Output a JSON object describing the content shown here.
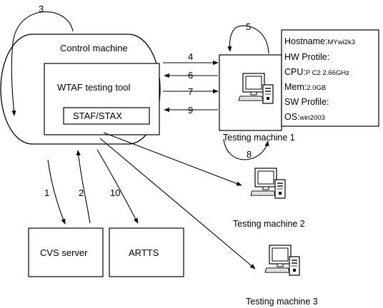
{
  "control": {
    "title": "Control machine",
    "tool": "WTAF testing tool",
    "staf": "STAF/STAX"
  },
  "servers": {
    "cvs": "CVS server",
    "artts": "ARTTS"
  },
  "machines": [
    {
      "label": "Testing machine 1"
    },
    {
      "label": "Testing machine 2"
    },
    {
      "label": "Testing machine 3"
    }
  ],
  "info": {
    "hostname_label": "Hostname:",
    "hostname_value": "MYwi2k3",
    "hw_profile": "HW Protile:",
    "cpu_label": "CPU:",
    "cpu_value": "P C2 2.66GHz",
    "mem_label": "Mem:",
    "mem_value": "2.0GB",
    "sw_profile": "SW Profile:",
    "os_label": "OS:",
    "os_value": "win2003"
  },
  "steps": {
    "s1": "1",
    "s2": "2",
    "s3": "3",
    "s4": "4",
    "s5": "5",
    "s6": "6",
    "s7": "7",
    "s8": "8",
    "s9": "9",
    "s10": "10"
  }
}
